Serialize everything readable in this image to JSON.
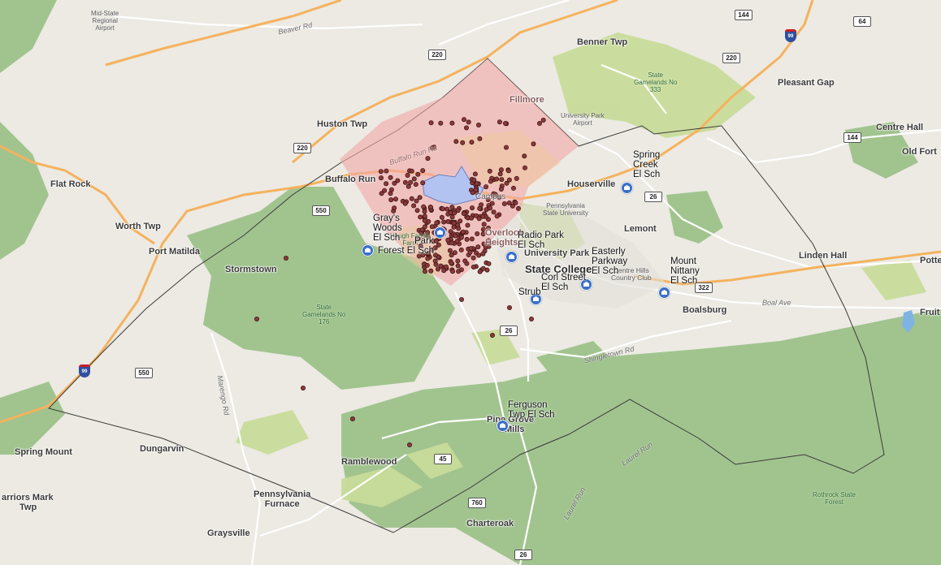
{
  "places": {
    "mid_state_airport": [
      "Mid-State",
      "Regional",
      "Airport"
    ],
    "benner_twp": "Benner Twp",
    "pleasant_gap": "Pleasant Gap",
    "fillmore": "Fillmore",
    "university_park_airport": [
      "University Park",
      "Airport"
    ],
    "state_gamelands_333": [
      "State",
      "Gamelands No",
      "333"
    ],
    "huston_twp": "Huston Twp",
    "centre_hall": "Centre Hall",
    "old_fort": "Old Fort",
    "flat_rock": "Flat Rock",
    "buffalo_run": "Buffalo Run",
    "houserville": "Houserville",
    "worth_twp": "Worth Twp",
    "penn_state": [
      "Pennsylvania",
      "State University"
    ],
    "lemont": "Lemont",
    "port_matilda": "Port Matilda",
    "overlook_heights": [
      "Overlook",
      "Heights"
    ],
    "university_park": "University Park",
    "stormstown": "Stormstown",
    "state_college": "State College",
    "centre_hills_cc": [
      "Centre Hills",
      "Country Club"
    ],
    "linden_hall": "Linden Hall",
    "potters": "Potte",
    "boalsburg": "Boalsburg",
    "fruit": "Fruit",
    "state_gamelands_176": [
      "State",
      "Gamelands No",
      "176"
    ],
    "haugh_farm": [
      "Haugh Family",
      "Farm"
    ],
    "spring_mount": "Spring Mount",
    "dungarvin": "Dungarvin",
    "warriors_mark": [
      "arriors Mark",
      "Twp"
    ],
    "ramblewood": "Ramblewood",
    "pennsylvania_furnace": [
      "Pennsylvania",
      "Furnace"
    ],
    "graysville": "Graysville",
    "charteroak": "Charteroak",
    "rothrock": [
      "Rothrock State",
      "Forest"
    ],
    "pine_grove_mills": [
      "Pine Grove",
      "Mills"
    ]
  },
  "roads": {
    "beaver_rd": "Beaver Rd",
    "buffalo_run_rd": "Buffalo Run Rd",
    "boal_ave": "Boal Ave",
    "shingletown_rd": "Shingletown Rd",
    "marengo_rd": "Marengo Rd",
    "laurel_run": "Laurel Run",
    "laurel_run_2": "Laurel Run"
  },
  "shields": {
    "r144": "144",
    "r64": "64",
    "r220_top": "220",
    "r220_right": "220",
    "r220_left": "220",
    "r144_b": "144",
    "r26_a": "26",
    "r550_a": "550",
    "r322": "322",
    "r26_b": "26",
    "r550_b": "550",
    "r45": "45",
    "r760": "760",
    "r26_c": "26",
    "i99_top": "99",
    "i99_left": "99"
  },
  "schools": {
    "grays_woods": [
      "Gray's",
      "Woods",
      "El Sch"
    ],
    "park_forest": [
      "Park",
      "Forest El Sch"
    ],
    "radio_park": [
      "Radio Park",
      "El Sch"
    ],
    "easterly_parkway": [
      "Easterly",
      "Parkway",
      "El Sch"
    ],
    "corl_street": [
      "Corl Street",
      "El Sch"
    ],
    "spring_creek": [
      "Spring",
      "Creek",
      "El Sch"
    ],
    "mount_nittany": [
      "Mount",
      "Nittany",
      "El Sch"
    ],
    "ferguson_twp": [
      "Ferguson",
      "Twp El Sch"
    ],
    "campus": "Campus"
  },
  "colors": {
    "land": "#eceae3",
    "forest": "#9dc28a",
    "forest_light": "#c9dc9a",
    "highway": "#f5b25e",
    "district_fill": "#f4a6a6",
    "district_border": "#3a3a3a",
    "campus_fill": "#b2c3f2",
    "point": "#8b3a3a",
    "school_marker": "#3a6fc9",
    "water": "#7fb3e3"
  }
}
